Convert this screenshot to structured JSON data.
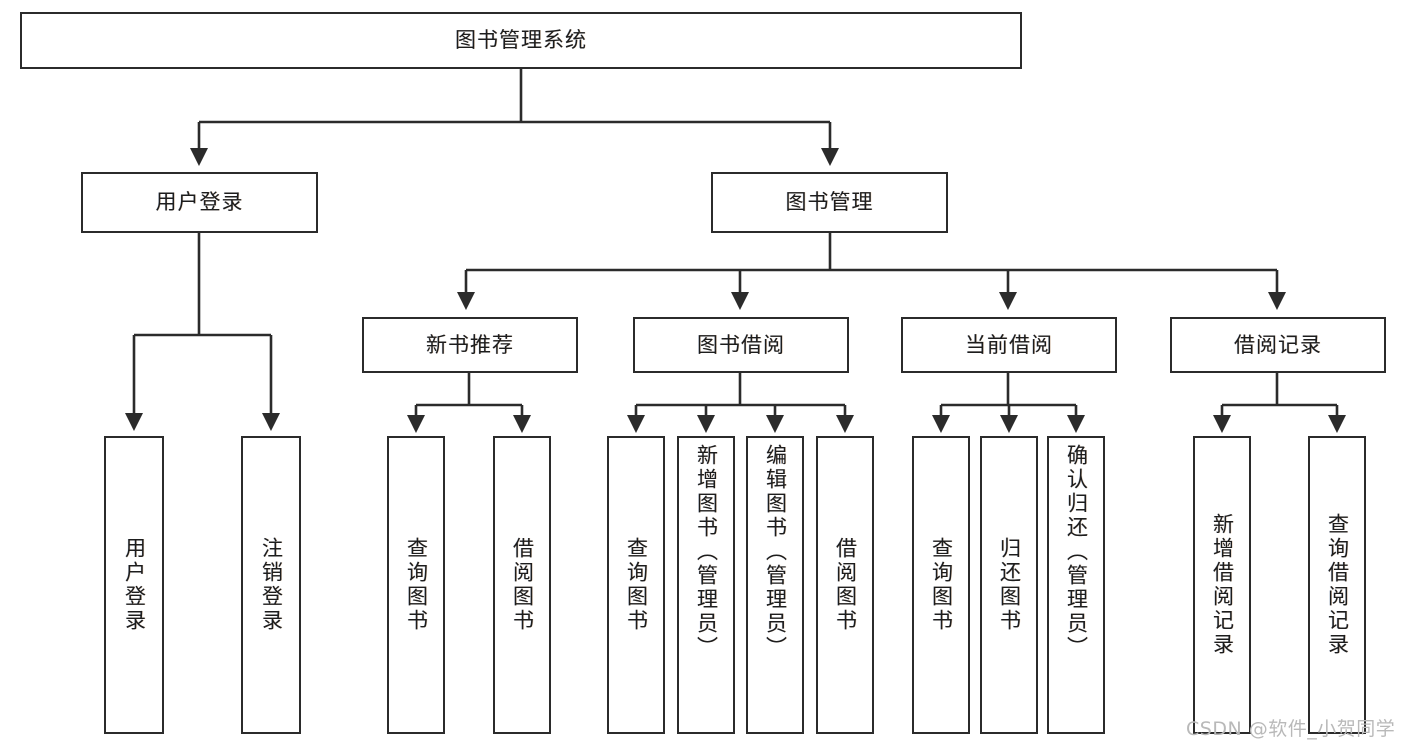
{
  "diagram": {
    "title": "图书管理系统",
    "type": "tree",
    "watermark": "CSDN @软件_小贺同学",
    "colors": {
      "box_border": "#2b2b2b",
      "box_fill": "#ffffff",
      "edge": "#2b2b2b",
      "text": "#1d1d1d",
      "watermark": "#b9b9b9",
      "background": "#ffffff"
    },
    "root": {
      "label": "图书管理系统"
    },
    "level2": [
      {
        "id": "user-login",
        "label": "用户登录"
      },
      {
        "id": "book-management",
        "label": "图书管理"
      }
    ],
    "level3": [
      {
        "id": "new-book-recommend",
        "label": "新书推荐",
        "parent": "book-management"
      },
      {
        "id": "book-borrow",
        "label": "图书借阅",
        "parent": "book-management"
      },
      {
        "id": "current-borrow",
        "label": "当前借阅",
        "parent": "book-management"
      },
      {
        "id": "borrow-record",
        "label": "借阅记录",
        "parent": "book-management"
      }
    ],
    "leaves": {
      "user_login": [
        {
          "id": "leaf-user-login",
          "label": "用户登录"
        },
        {
          "id": "leaf-user-logout",
          "label": "注销登录"
        }
      ],
      "new_book_recommend": [
        {
          "id": "leaf-query-book-1",
          "label": "查询图书"
        },
        {
          "id": "leaf-borrow-book-1",
          "label": "借阅图书"
        }
      ],
      "book_borrow": [
        {
          "id": "leaf-query-book-2",
          "label": "查询图书"
        },
        {
          "id": "leaf-add-book",
          "label": "新增图书（管理员）"
        },
        {
          "id": "leaf-edit-book",
          "label": "编辑图书（管理员）"
        },
        {
          "id": "leaf-borrow-book-2",
          "label": "借阅图书"
        }
      ],
      "current_borrow": [
        {
          "id": "leaf-query-book-3",
          "label": "查询图书"
        },
        {
          "id": "leaf-return-book",
          "label": "归还图书"
        },
        {
          "id": "leaf-confirm-return",
          "label": "确认归还（管理员）"
        }
      ],
      "borrow_record": [
        {
          "id": "leaf-add-borrow-record",
          "label": "新增借阅记录"
        },
        {
          "id": "leaf-query-borrow-record",
          "label": "查询借阅记录"
        }
      ]
    }
  }
}
